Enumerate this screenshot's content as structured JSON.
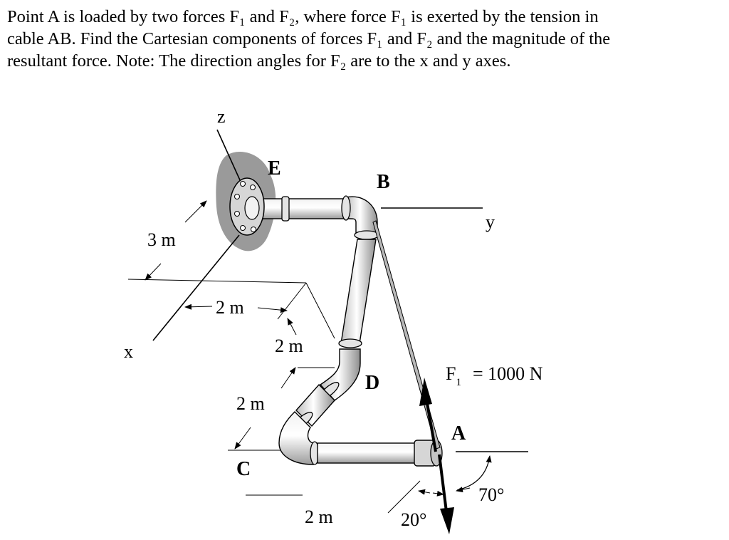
{
  "problem": {
    "line1": "Point A is loaded by two forces F₁ and F₂, where force F₁ is exerted by the tension in",
    "line2": "cable AB.   Find the Cartesian components of forces F₁ and F₂ and the magnitude of the",
    "line3": "resultant force.    Note: The direction angles for F₂ are to the x and y axes."
  },
  "figure": {
    "axis_z": "z",
    "axis_y": "y",
    "axis_x": "x",
    "point_e": "E",
    "point_b": "B",
    "point_d": "D",
    "point_c": "C",
    "point_a": "A",
    "dim_3m": "3 m",
    "dim_2m_x": "2 m",
    "dim_2m_z": "2 m",
    "dim_2m_c": "2 m",
    "dim_2m_bottom": "2 m",
    "force_label": "F",
    "force_sub": "1",
    "force_value": "= 1000 N",
    "angle_20": "20°",
    "angle_70": "70°"
  },
  "colors": {
    "pipe_fill": "#d4d4d4",
    "pipe_dark": "#8a8a8a",
    "wall_shadow": "#9a9a9a"
  }
}
